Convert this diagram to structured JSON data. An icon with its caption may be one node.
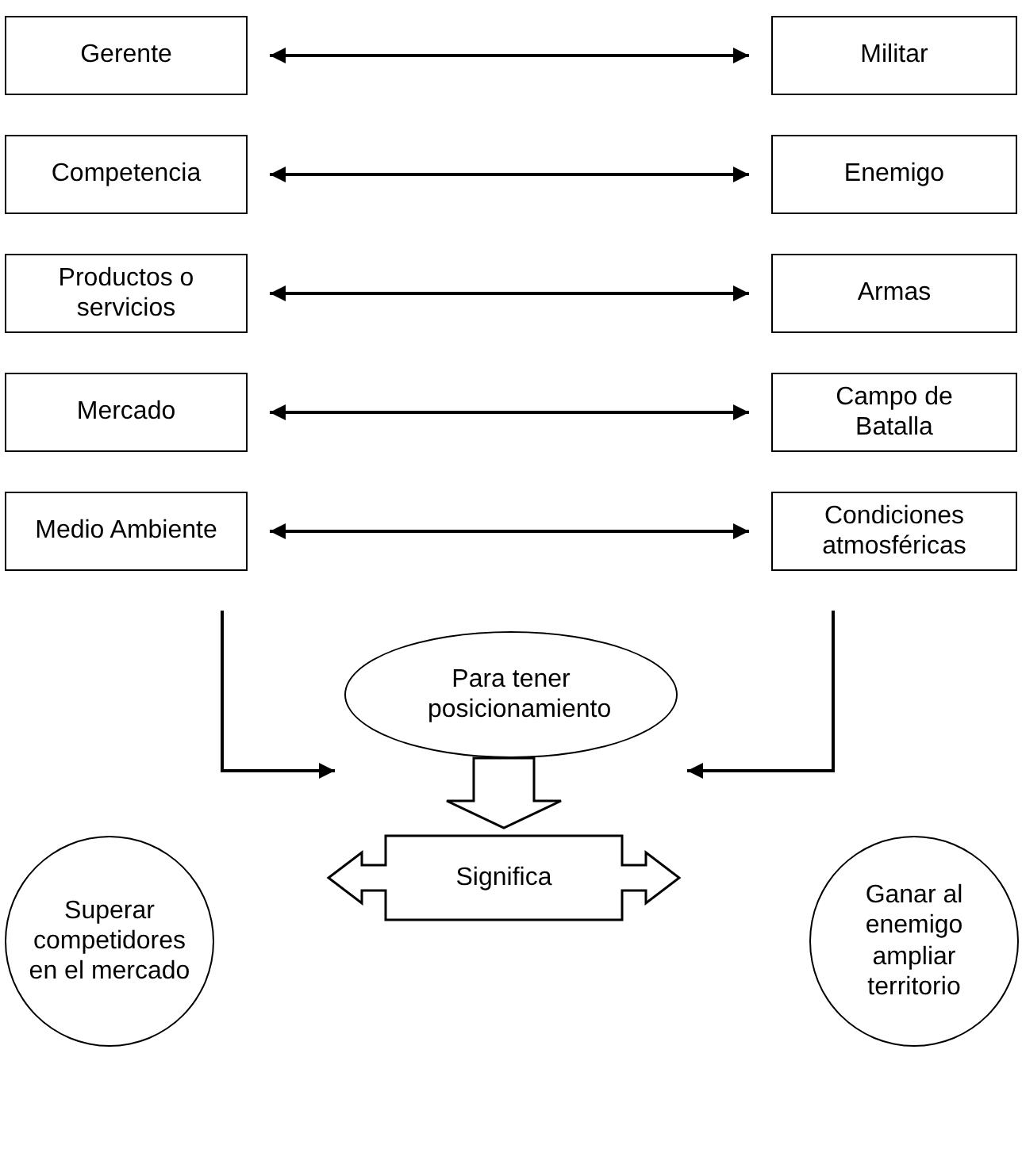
{
  "diagram": {
    "nodes": [
      {
        "text": [
          "Gerente"
        ]
      },
      {
        "text": [
          "Militar"
        ]
      },
      {
        "text": [
          "Competencia"
        ]
      },
      {
        "text": [
          "Enemigo"
        ]
      },
      {
        "text": [
          "Productos o servicios"
        ]
      },
      {
        "text": [
          "Armas"
        ]
      },
      {
        "text": [
          "Mercado"
        ]
      },
      {
        "text": [
          "Campo de Batalla"
        ]
      },
      {
        "text": [
          "Medio Ambiente"
        ]
      },
      {
        "text": [
          "Condiciones atmosféricas"
        ]
      },
      {
        "text": [
          "Para tener posicionamiento"
        ]
      },
      {
        "text": [
          "Significa"
        ]
      },
      {
        "text": [
          "Superar competidores en el mercado"
        ]
      },
      {
        "text": [
          "Ganar al enemigo ampliar territorio"
        ]
      }
    ],
    "edges": [
      {
        "from": 0,
        "to": 1,
        "arrow": "both"
      },
      {
        "from": 2,
        "to": 3,
        "arrow": "both"
      },
      {
        "from": 4,
        "to": 5,
        "arrow": "both"
      },
      {
        "from": 6,
        "to": 7,
        "arrow": "both"
      },
      {
        "from": 8,
        "to": 9,
        "arrow": "both"
      },
      {
        "from": 8,
        "to": 10,
        "arrow": "to"
      },
      {
        "from": 9,
        "to": 10,
        "arrow": "to"
      },
      {
        "from": 10,
        "to": 11,
        "arrow": "to",
        "style": "thick"
      }
    ]
  }
}
